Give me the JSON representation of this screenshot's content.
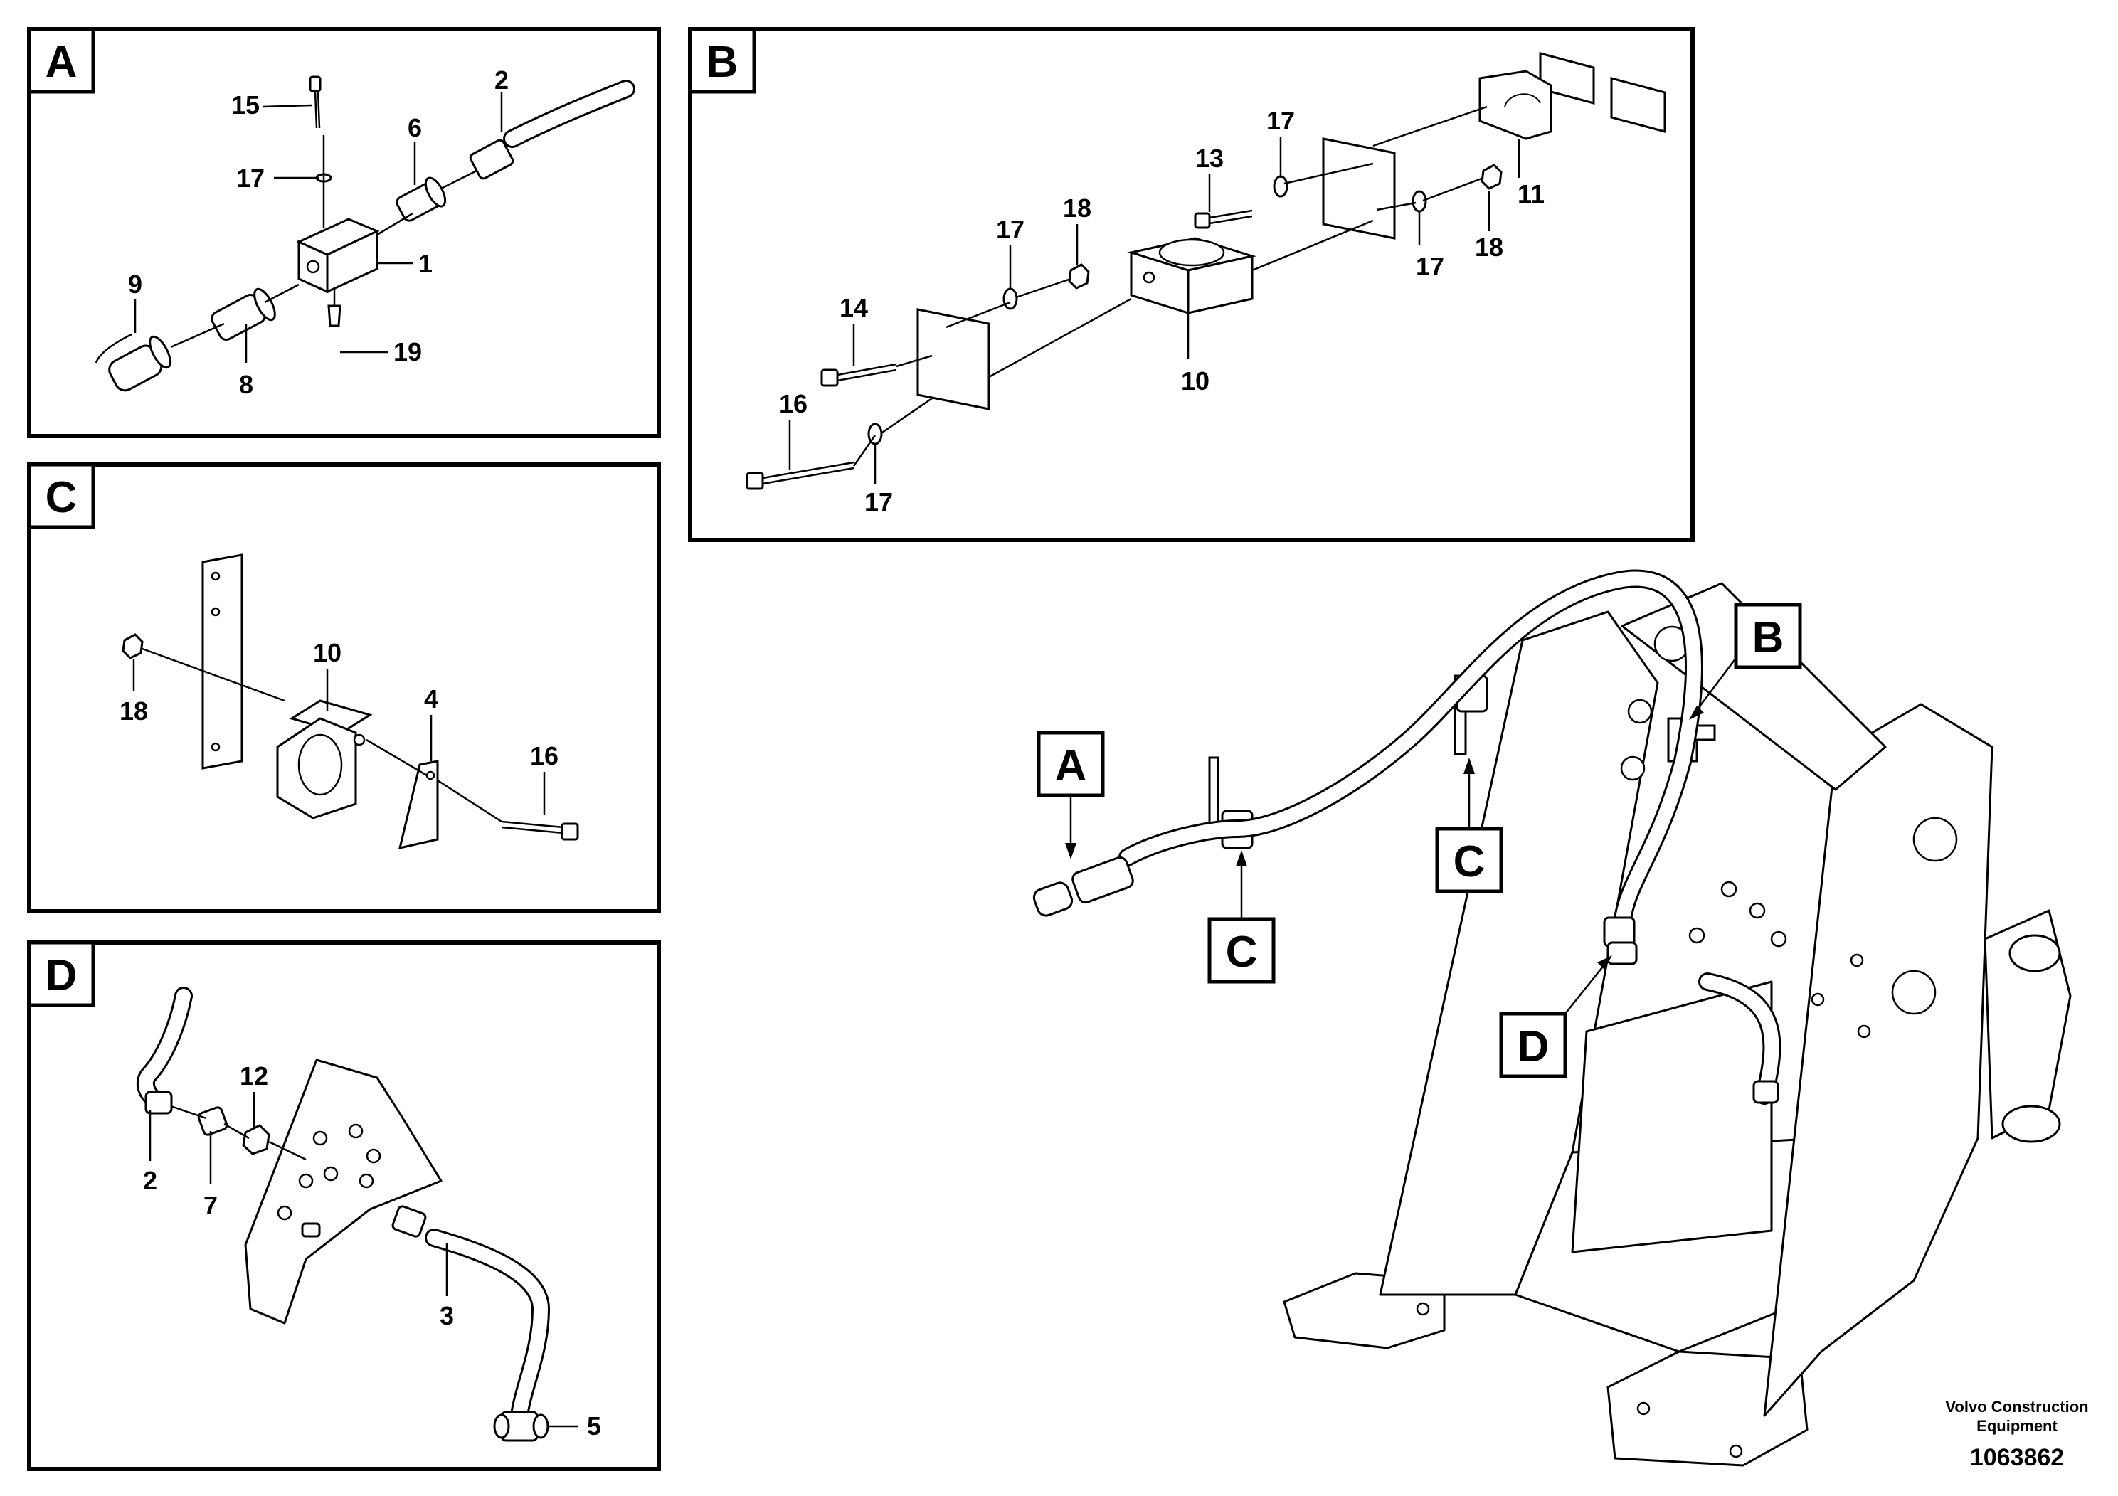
{
  "panels": {
    "A": {
      "tag": "A",
      "labels": [
        "15",
        "2",
        "6",
        "17",
        "1",
        "9",
        "8",
        "19"
      ]
    },
    "B": {
      "tag": "B",
      "labels": [
        "17",
        "13",
        "18",
        "17",
        "11",
        "17",
        "18",
        "14",
        "10",
        "16",
        "17"
      ]
    },
    "C": {
      "tag": "C",
      "labels": [
        "10",
        "4",
        "18",
        "16"
      ]
    },
    "D": {
      "tag": "D",
      "labels": [
        "12",
        "2",
        "7",
        "3",
        "5"
      ]
    }
  },
  "callouts": {
    "A": "A",
    "B": "B",
    "C1": "C",
    "C2": "C",
    "D": "D"
  },
  "brand": {
    "line1": "Volvo Construction",
    "line2": "Equipment"
  },
  "document_number": "1063862"
}
